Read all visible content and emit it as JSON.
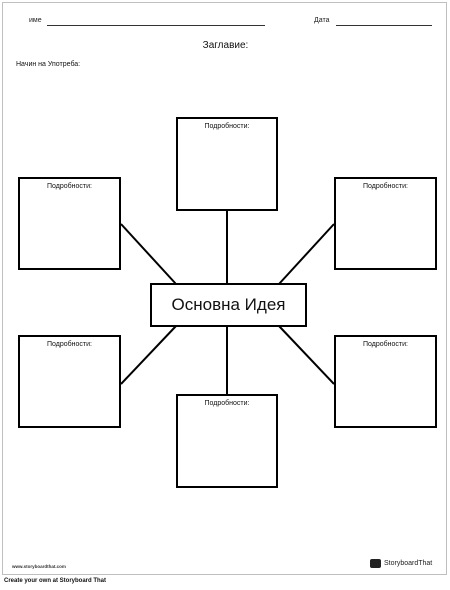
{
  "header": {
    "name_label": "име",
    "date_label": "Дата"
  },
  "title": "Заглавие:",
  "purpose_label": "Начин на Употреба:",
  "main_idea": "Основна Идея",
  "details": [
    "Подробности:",
    "Подробности:",
    "Подробности:",
    "Подробности:",
    "Подробности:",
    "Подробности:"
  ],
  "footer": {
    "url": "www.storyboardthat.com",
    "brand": "StoryboardThat",
    "tagline": "Create your own at Storyboard That"
  }
}
